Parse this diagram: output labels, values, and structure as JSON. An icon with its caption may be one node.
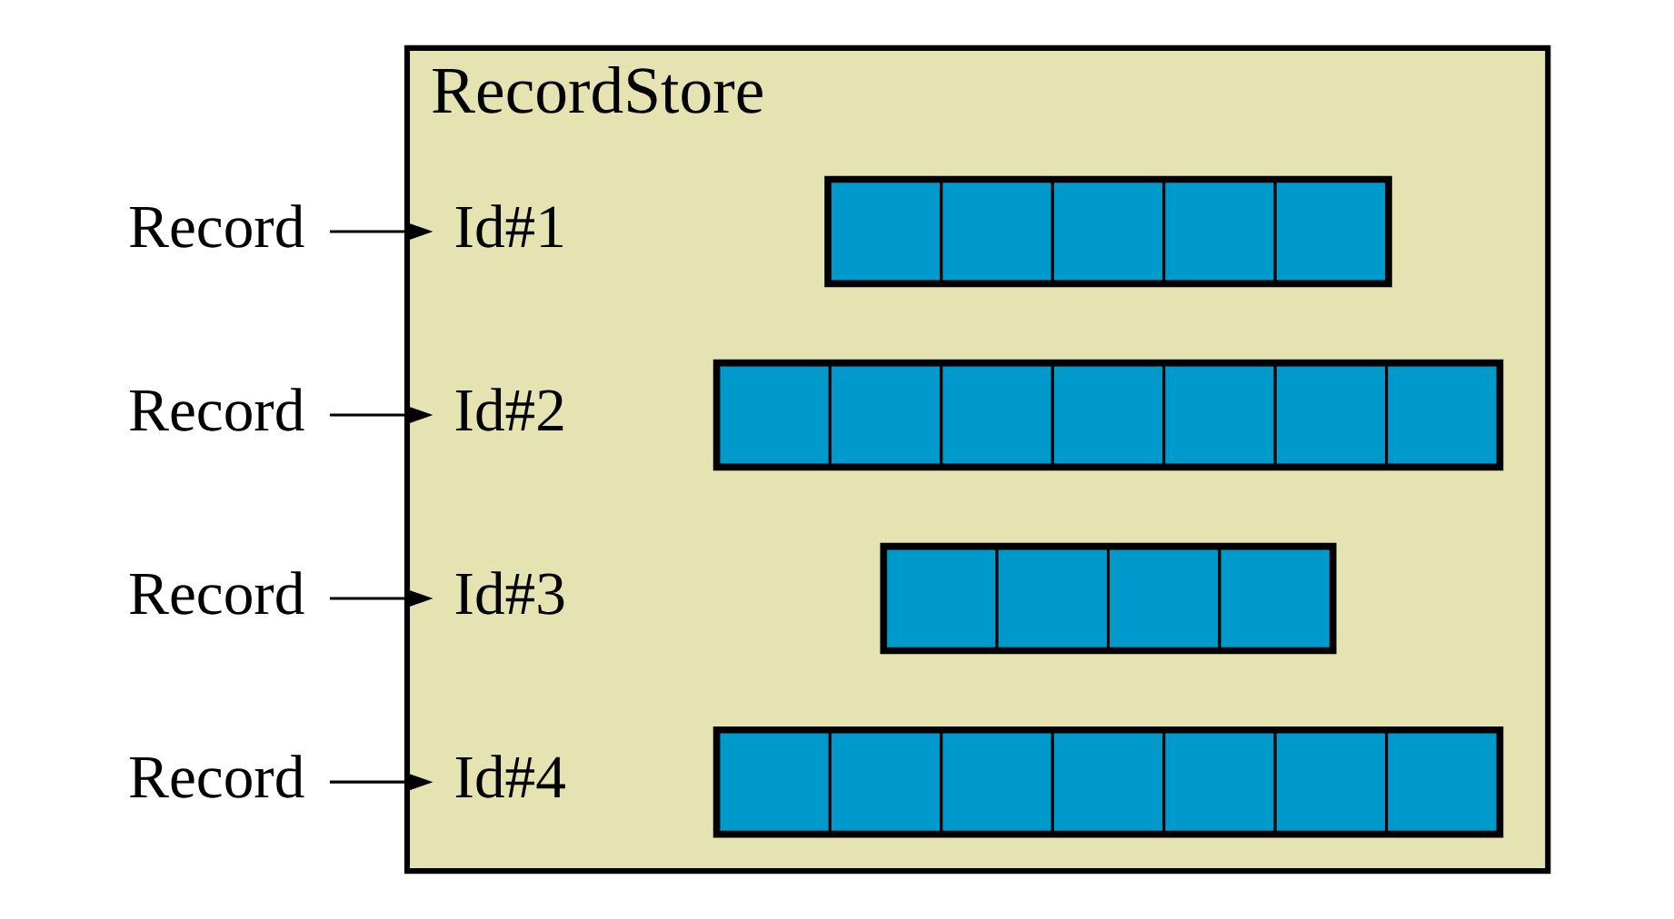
{
  "diagram": {
    "nodes": [
      {
        "text": [
          "RecordStore"
        ]
      },
      {
        "text": [
          "Record"
        ]
      },
      {
        "text": [
          "Id#1"
        ],
        "in": 0
      },
      {
        "text": [],
        "shape": "bar",
        "in": 0
      },
      {
        "text": [
          "Record"
        ]
      },
      {
        "text": [
          "Id#2"
        ],
        "in": 0
      },
      {
        "text": [],
        "shape": "bar",
        "in": 0
      },
      {
        "text": [
          "Record"
        ]
      },
      {
        "text": [
          "Id#3"
        ],
        "in": 0
      },
      {
        "text": [],
        "shape": "bar",
        "in": 0
      },
      {
        "text": [
          "Record"
        ]
      },
      {
        "text": [
          "Id#4"
        ],
        "in": 0
      },
      {
        "text": [],
        "shape": "bar",
        "in": 0
      }
    ],
    "edges": [
      {
        "from": 1,
        "to": 2,
        "arrow": "to"
      },
      {
        "from": 4,
        "to": 5,
        "arrow": "to"
      },
      {
        "from": 7,
        "to": 8,
        "arrow": "to"
      },
      {
        "from": 10,
        "to": 11,
        "arrow": "to"
      }
    ]
  }
}
